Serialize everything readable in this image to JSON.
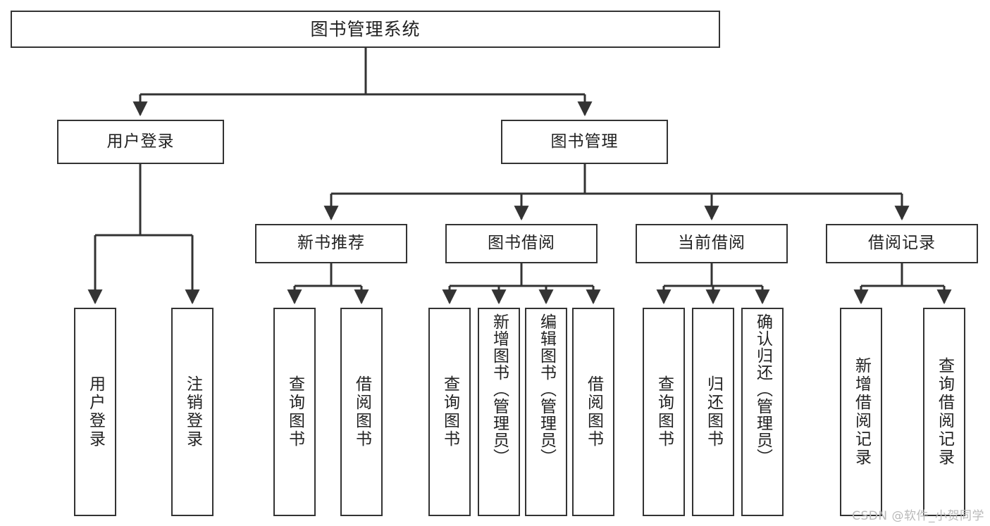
{
  "diagram": {
    "title": "图书管理系统",
    "type": "tree",
    "watermark": "CSDN @软件_小贺同学",
    "colors": {
      "node_border": "#333333",
      "node_fill": "#ffffff",
      "edge": "#333333",
      "text": "#222222",
      "watermark": "#b9b9b9"
    },
    "nodes": {
      "root": {
        "label": "图书管理系统",
        "level": 0
      },
      "level1": [
        {
          "id": "user-login",
          "label": "用户登录"
        },
        {
          "id": "book-management",
          "label": "图书管理"
        }
      ],
      "level2": [
        {
          "id": "new-book-recommend",
          "label": "新书推荐",
          "parent": "book-management"
        },
        {
          "id": "book-borrow",
          "label": "图书借阅",
          "parent": "book-management"
        },
        {
          "id": "current-borrow",
          "label": "当前借阅",
          "parent": "book-management"
        },
        {
          "id": "borrow-record",
          "label": "借阅记录",
          "parent": "book-management"
        }
      ],
      "leaves": [
        {
          "id": "leaf-user-login",
          "label": "用户登录",
          "parent": "user-login"
        },
        {
          "id": "leaf-logout-login",
          "label": "注销登录",
          "parent": "user-login"
        },
        {
          "id": "leaf-query-book-1",
          "label": "查询图书",
          "parent": "new-book-recommend"
        },
        {
          "id": "leaf-borrow-book-1",
          "label": "借阅图书",
          "parent": "new-book-recommend"
        },
        {
          "id": "leaf-query-book-2",
          "label": "查询图书",
          "parent": "book-borrow"
        },
        {
          "id": "leaf-add-book",
          "label": "新增图书（管理员）",
          "parent": "book-borrow"
        },
        {
          "id": "leaf-edit-book",
          "label": "编辑图书（管理员）",
          "parent": "book-borrow"
        },
        {
          "id": "leaf-borrow-book-2",
          "label": "借阅图书",
          "parent": "book-borrow"
        },
        {
          "id": "leaf-query-book-3",
          "label": "查询图书",
          "parent": "current-borrow"
        },
        {
          "id": "leaf-return-book",
          "label": "归还图书",
          "parent": "current-borrow"
        },
        {
          "id": "leaf-confirm-return",
          "label": "确认归还（管理员）",
          "parent": "current-borrow"
        },
        {
          "id": "leaf-add-borrow-record",
          "label": "新增借阅记录",
          "parent": "borrow-record"
        },
        {
          "id": "leaf-query-borrow-record",
          "label": "查询借阅记录",
          "parent": "borrow-record"
        }
      ]
    }
  }
}
